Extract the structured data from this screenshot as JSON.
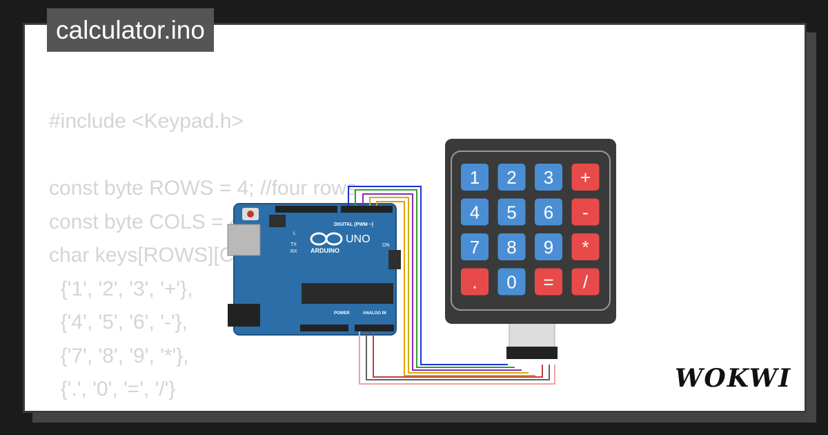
{
  "title": "calculator.ino",
  "code_lines": [
    "#include <Keypad.h>",
    "",
    "const byte ROWS = 4; //four rows",
    "const byte COLS = 4; //four columns",
    "char keys[ROWS][COLS] = {",
    "  {'1', '2', '3', '+'},",
    "  {'4', '5', '6', '-'},",
    "  {'7', '8', '9', '*'},",
    "  {'.', '0', '=', '/'}",
    "};"
  ],
  "arduino": {
    "model": "UNO",
    "brand": "ARDUINO",
    "labels": {
      "digital": "DIGITAL (PWM ~)",
      "on": "ON",
      "tx": "TX",
      "rx": "RX",
      "l": "L",
      "power": "POWER",
      "analog": "ANALOG IN"
    }
  },
  "keypad": {
    "keys": [
      [
        "1",
        "2",
        "3",
        "+"
      ],
      [
        "4",
        "5",
        "6",
        "-"
      ],
      [
        "7",
        "8",
        "9",
        "*"
      ],
      [
        ".",
        "0",
        "=",
        "/"
      ]
    ],
    "colors": {
      "blue": "#4a8fd6",
      "red": "#e84a4a",
      "body": "#3a3a3a"
    }
  },
  "wire_colors": [
    "#1a2fd6",
    "#2ea02e",
    "#8a2ab0",
    "#d0b000",
    "#e0a000",
    "#c04040",
    "#606060",
    "#f4a0a0"
  ],
  "brand": "WOKWI"
}
